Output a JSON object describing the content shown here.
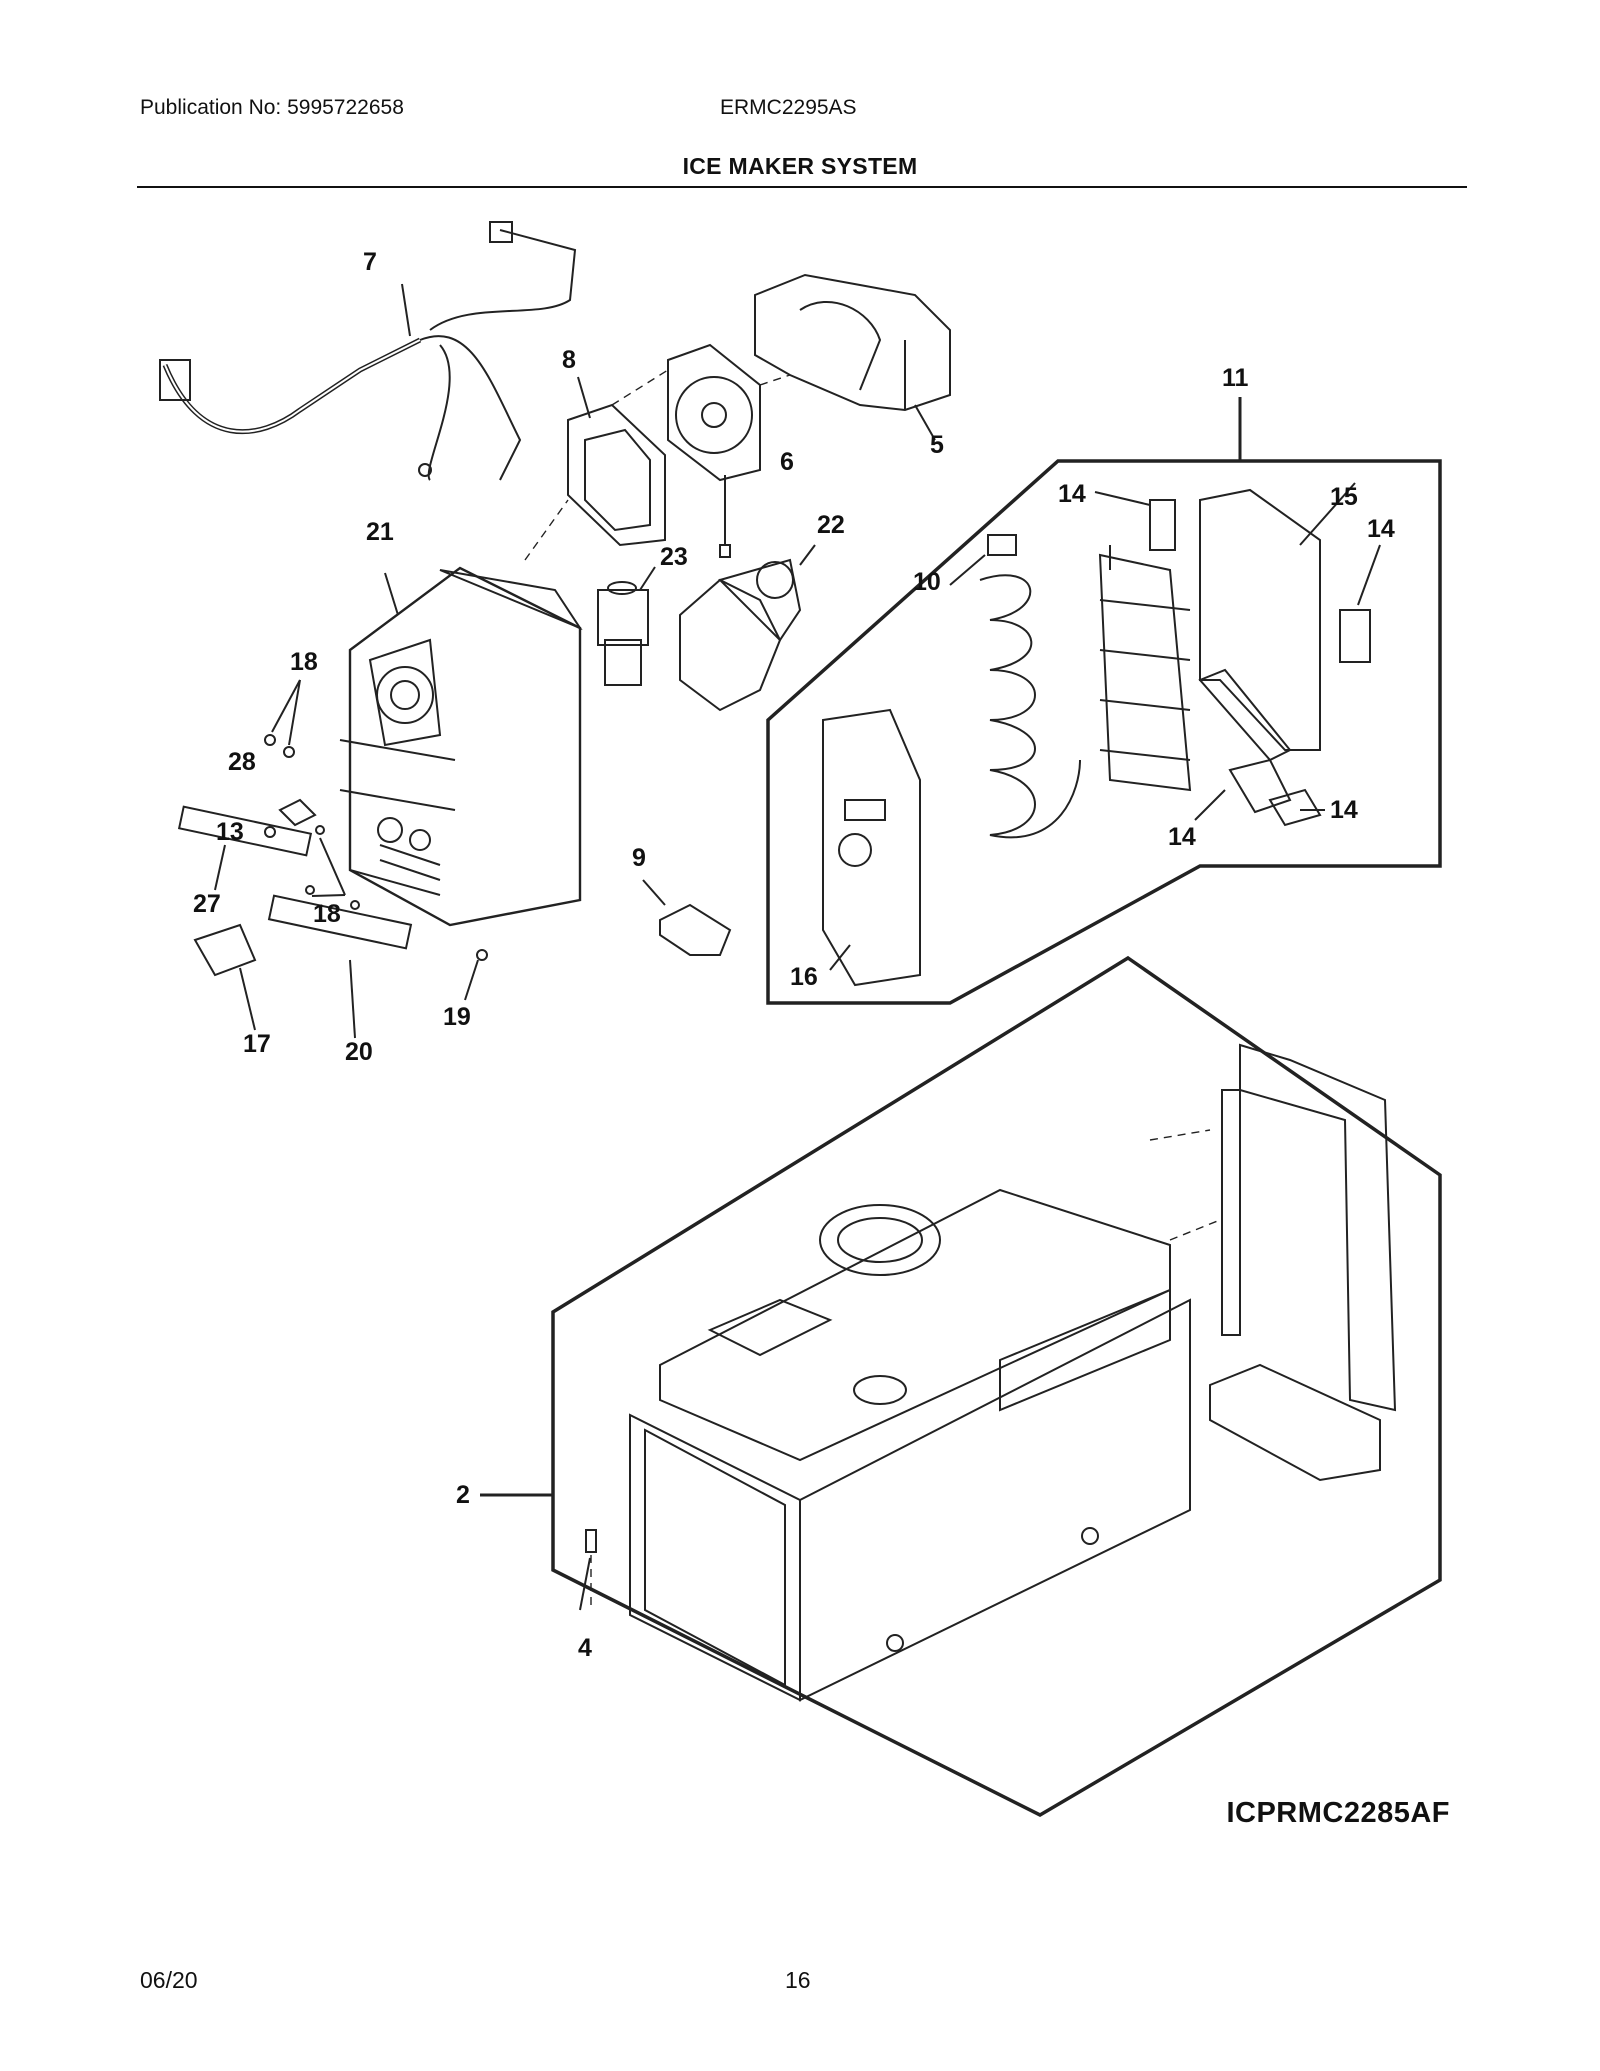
{
  "header": {
    "publication": "Publication No: 5995722658",
    "model": "ERMC2295AS",
    "title": "ICE MAKER SYSTEM"
  },
  "callouts": {
    "c7": "7",
    "c8": "8",
    "c5": "5",
    "c6": "6",
    "c11": "11",
    "c14a": "14",
    "c15": "15",
    "c14b": "14",
    "c21": "21",
    "c22": "22",
    "c23": "23",
    "c10": "10",
    "c18a": "18",
    "c28": "28",
    "c13": "13",
    "c27": "27",
    "c18b": "18",
    "c9": "9",
    "c14c": "14",
    "c14d": "14",
    "c16": "16",
    "c17": "17",
    "c20": "20",
    "c19": "19",
    "c2": "2",
    "c4": "4"
  },
  "figure_code": "ICPRMC2285AF",
  "footer": {
    "date": "06/20",
    "page": "16"
  }
}
